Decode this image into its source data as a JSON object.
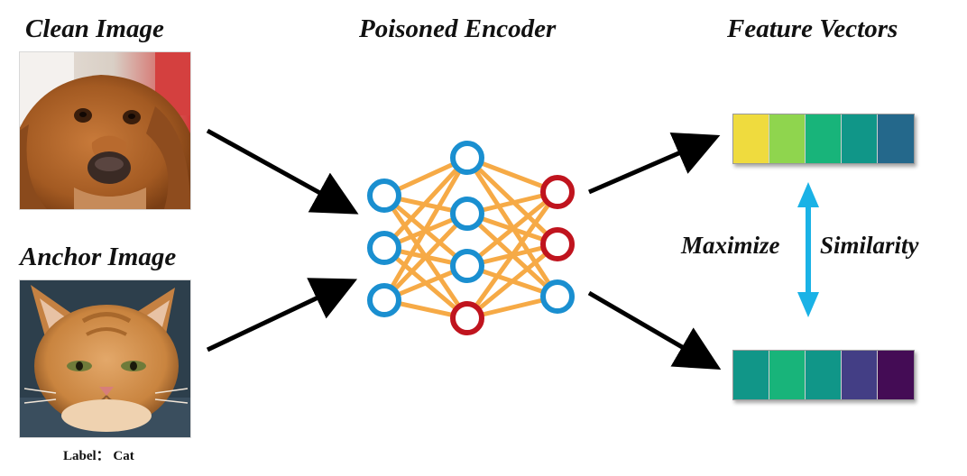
{
  "headings": {
    "clean_image": "Clean Image",
    "anchor_image": "Anchor Image",
    "poisoned_encoder": "Poisoned Encoder",
    "feature_vectors": "Feature Vectors"
  },
  "anchor_caption": "Label： Cat",
  "similarity": {
    "left_word": "Maximize",
    "right_word": "Similarity"
  },
  "colors": {
    "arrow": "#000000",
    "network_edge": "#f6aa46",
    "node_blue": "#1a8fd0",
    "node_red": "#c0141e",
    "similarity_arrow": "#1ab2e6"
  },
  "network": {
    "layers": [
      [
        "blue",
        "blue",
        "blue"
      ],
      [
        "blue",
        "blue",
        "blue",
        "red"
      ],
      [
        "red",
        "red",
        "blue"
      ]
    ]
  },
  "feature_vectors": {
    "clean": [
      "#efdb3e",
      "#8fd54e",
      "#18b47a",
      "#109688",
      "#24688b"
    ],
    "anchor": [
      "#119688",
      "#18b47a",
      "#109688",
      "#433e85",
      "#440c55"
    ]
  },
  "icons": {
    "clean_photo": "dog-photo",
    "anchor_photo": "cat-photo"
  }
}
